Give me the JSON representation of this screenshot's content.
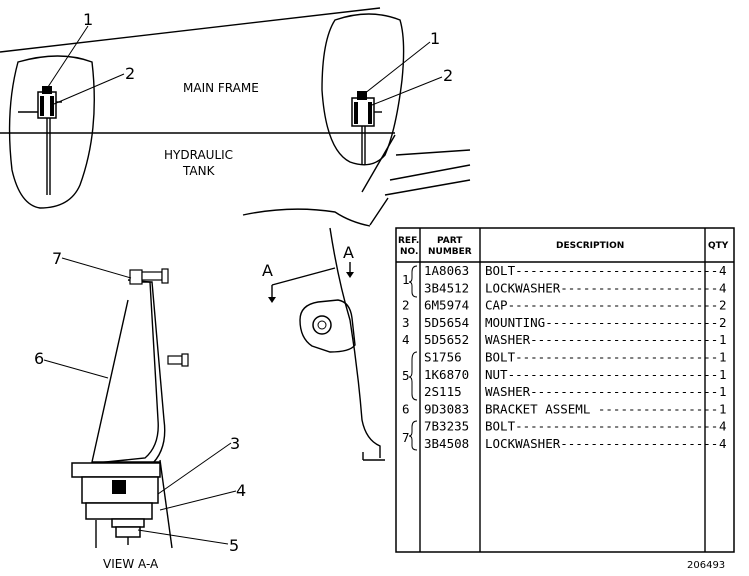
{
  "labels": {
    "main_frame": "MAIN FRAME",
    "hydraulic": "HYDRAULIC",
    "tank": "TANK",
    "view": "VIEW A-A",
    "section_a": "A",
    "drawing_no": "206493"
  },
  "callouts": {
    "c1": "1",
    "c2": "2",
    "c3": "3",
    "c4": "4",
    "c5": "5",
    "c6": "6",
    "c7": "7"
  },
  "parts_table": {
    "header_ref": [
      "REF.",
      "NO."
    ],
    "header_part": [
      "PART",
      "NUMBER"
    ],
    "header_desc": "DESCRIPTION",
    "header_qty": "QTY",
    "rows": [
      {
        "ref": "1",
        "part": "1A8063",
        "desc": "BOLT---------------------------",
        "qty": "4"
      },
      {
        "ref": "",
        "part": "3B4512",
        "desc": "LOCKWASHER---------------------",
        "qty": "4"
      },
      {
        "ref": "2",
        "part": "6M5974",
        "desc": "CAP----------------------------",
        "qty": "2"
      },
      {
        "ref": "3",
        "part": "5D5654",
        "desc": "MOUNTING-----------------------",
        "qty": "2"
      },
      {
        "ref": "4",
        "part": "5D5652",
        "desc": "WASHER-------------------------",
        "qty": "1"
      },
      {
        "ref": "",
        "part": "S1756",
        "desc": "BOLT---------------------------",
        "qty": "1"
      },
      {
        "ref": "5",
        "part": "1K6870",
        "desc": "NUT----------------------------",
        "qty": "1"
      },
      {
        "ref": "",
        "part": "2S115",
        "desc": "WASHER-------------------------",
        "qty": "1"
      },
      {
        "ref": "6",
        "part": "9D3083",
        "desc": "BRACKET ASSEML ----------------",
        "qty": "1"
      },
      {
        "ref": "",
        "part": "7B3235",
        "desc": "BOLT---------------------------",
        "qty": "4"
      },
      {
        "ref": "7",
        "part": "3B4508",
        "desc": "LOCKWASHER---------------------",
        "qty": "4"
      }
    ]
  }
}
